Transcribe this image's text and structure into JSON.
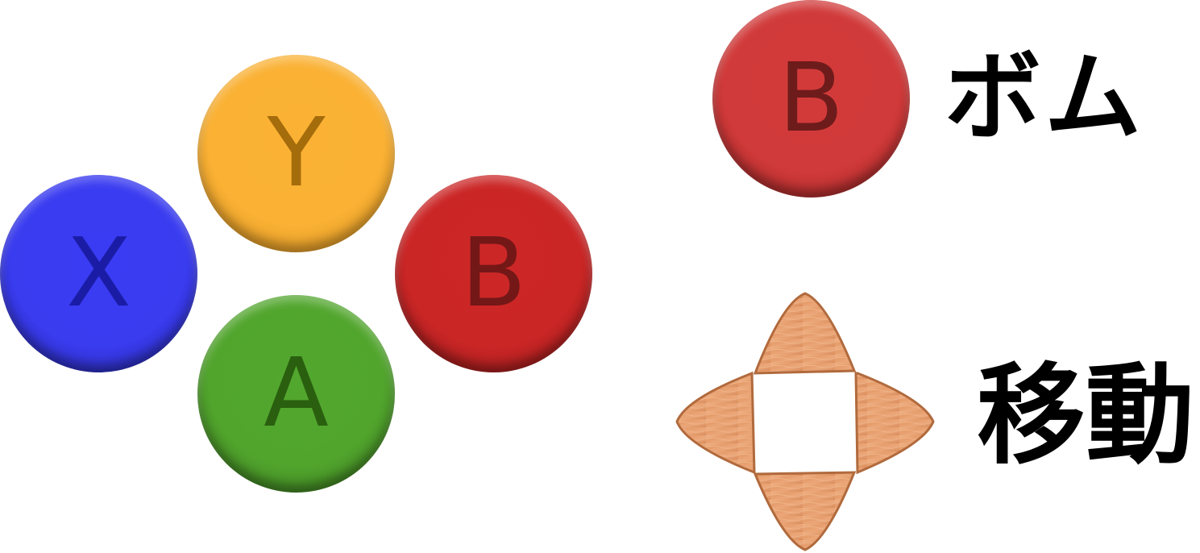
{
  "face_buttons": {
    "x": {
      "label": "X",
      "color": "#3a3cf0",
      "letter_color": "#1b1ca6"
    },
    "y": {
      "label": "Y",
      "color": "#fab134",
      "letter_color": "#a56c0c"
    },
    "b": {
      "label": "B",
      "color": "#cb2626",
      "letter_color": "#741717"
    },
    "a": {
      "label": "A",
      "color": "#51a52d",
      "letter_color": "#2a5f0f"
    }
  },
  "legend": {
    "bomb": {
      "button_label": "B",
      "action_label": "ボム",
      "color": "#d13a3a"
    },
    "move": {
      "icon": "dpad-icon",
      "action_label": "移動",
      "color": "#e8a274"
    }
  }
}
